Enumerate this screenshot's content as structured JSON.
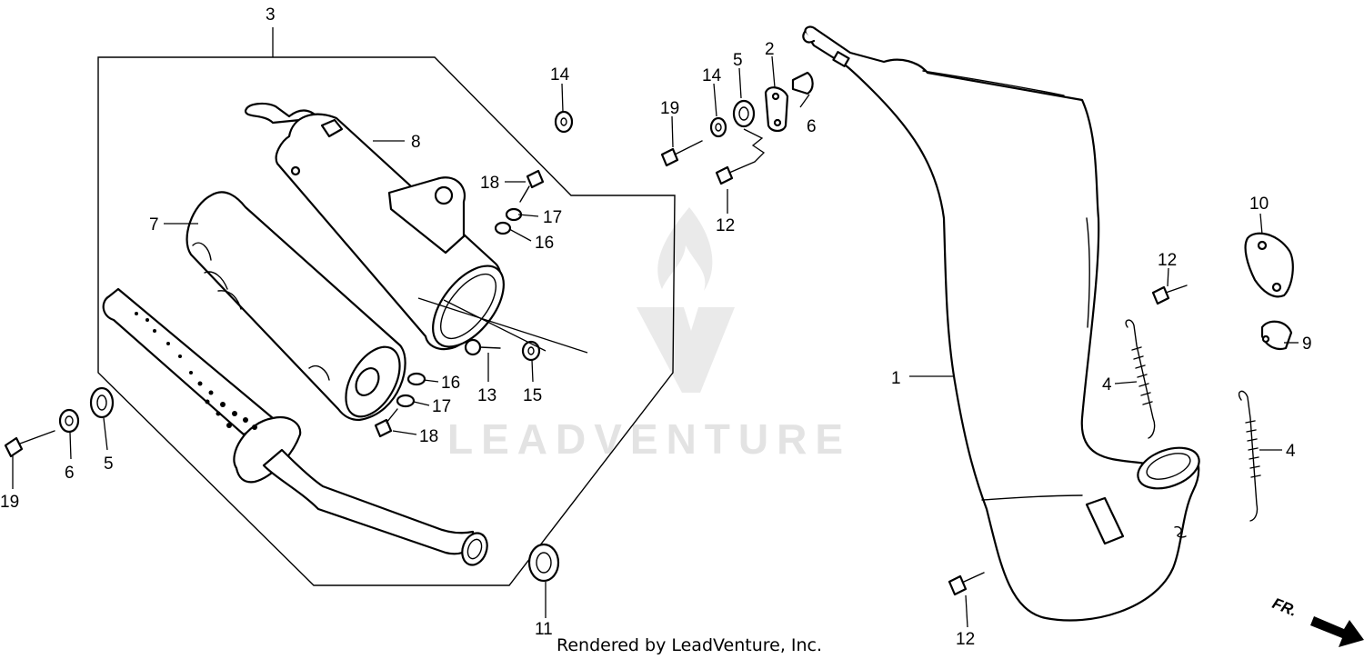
{
  "callouts": {
    "c1": "1",
    "c2": "2",
    "c3": "3",
    "c4a": "4",
    "c4b": "4",
    "c5a": "5",
    "c5b": "5",
    "c6a": "6",
    "c6b": "6",
    "c7": "7",
    "c8": "8",
    "c9": "9",
    "c10": "10",
    "c11": "11",
    "c12a": "12",
    "c12b": "12",
    "c12c": "12",
    "c13": "13",
    "c14a": "14",
    "c14b": "14",
    "c15": "15",
    "c16a": "16",
    "c16b": "16",
    "c17a": "17",
    "c17b": "17",
    "c18a": "18",
    "c18b": "18",
    "c19a": "19",
    "c19b": "19"
  },
  "watermark": "LEADVENTURE",
  "footer": "Rendered by LeadVenture, Inc.",
  "direction_label": "FR.",
  "colors": {
    "line": "#000000",
    "watermark": "#e3e3e3",
    "background": "#ffffff"
  },
  "icons": {
    "watermark_logo": "leadventure-flame-v-logo",
    "direction_arrow": "front-direction-arrow"
  }
}
